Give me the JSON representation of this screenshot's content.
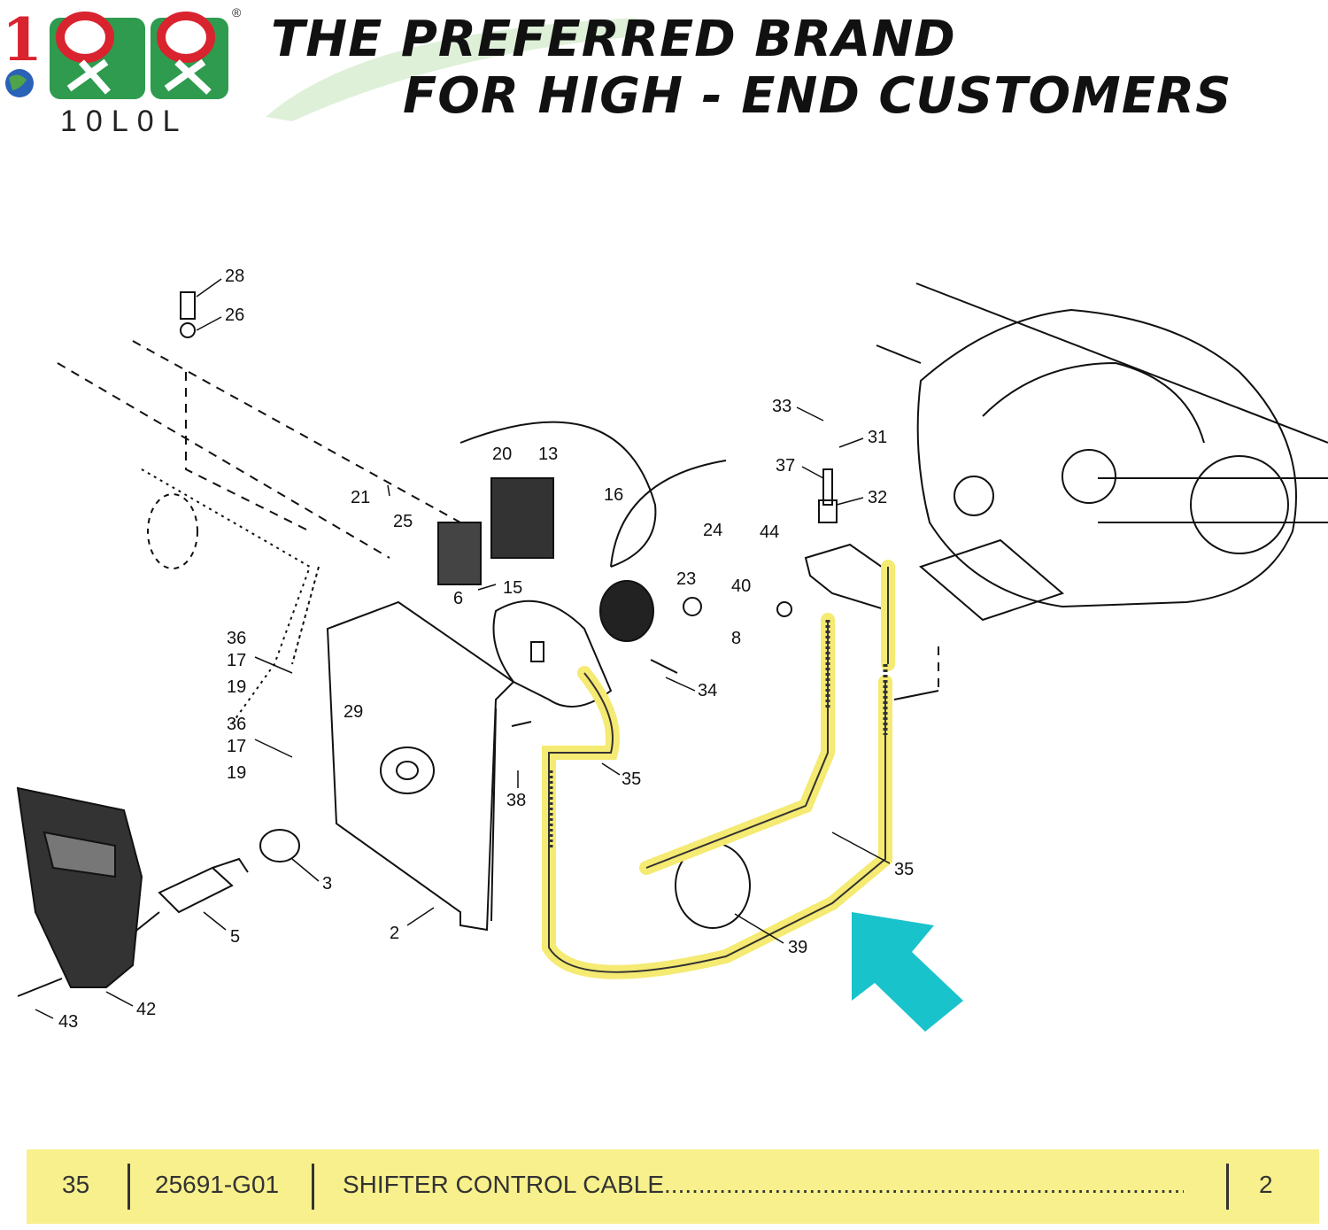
{
  "brand": {
    "logo_text": "10L0L",
    "registered_mark": "®",
    "tagline_line1": "THE PREFERRED BRAND",
    "tagline_line2": "FOR HIGH - END CUSTOMERS"
  },
  "colors": {
    "highlight_yellow": "#f5ea72",
    "arrow_teal": "#19c3cc",
    "footer_bg": "#f7f08c",
    "logo_red": "#d9232e",
    "logo_green": "#2e9b4f"
  },
  "diagram": {
    "callouts": [
      "28",
      "26",
      "33",
      "31",
      "37",
      "32",
      "20",
      "13",
      "21",
      "25",
      "16",
      "15",
      "24",
      "44",
      "40",
      "23",
      "6",
      "8",
      "36",
      "17",
      "19",
      "29",
      "34",
      "36",
      "17",
      "19",
      "35",
      "38",
      "3",
      "5",
      "2",
      "35",
      "39",
      "42",
      "43"
    ],
    "highlighted_part": "35",
    "pointer_icon": "arrow-icon"
  },
  "part_row": {
    "ref": "35",
    "part_number": "25691-G01",
    "description": "SHIFTER  CONTROL  CABLE............................................................................................................",
    "quantity": "2"
  }
}
